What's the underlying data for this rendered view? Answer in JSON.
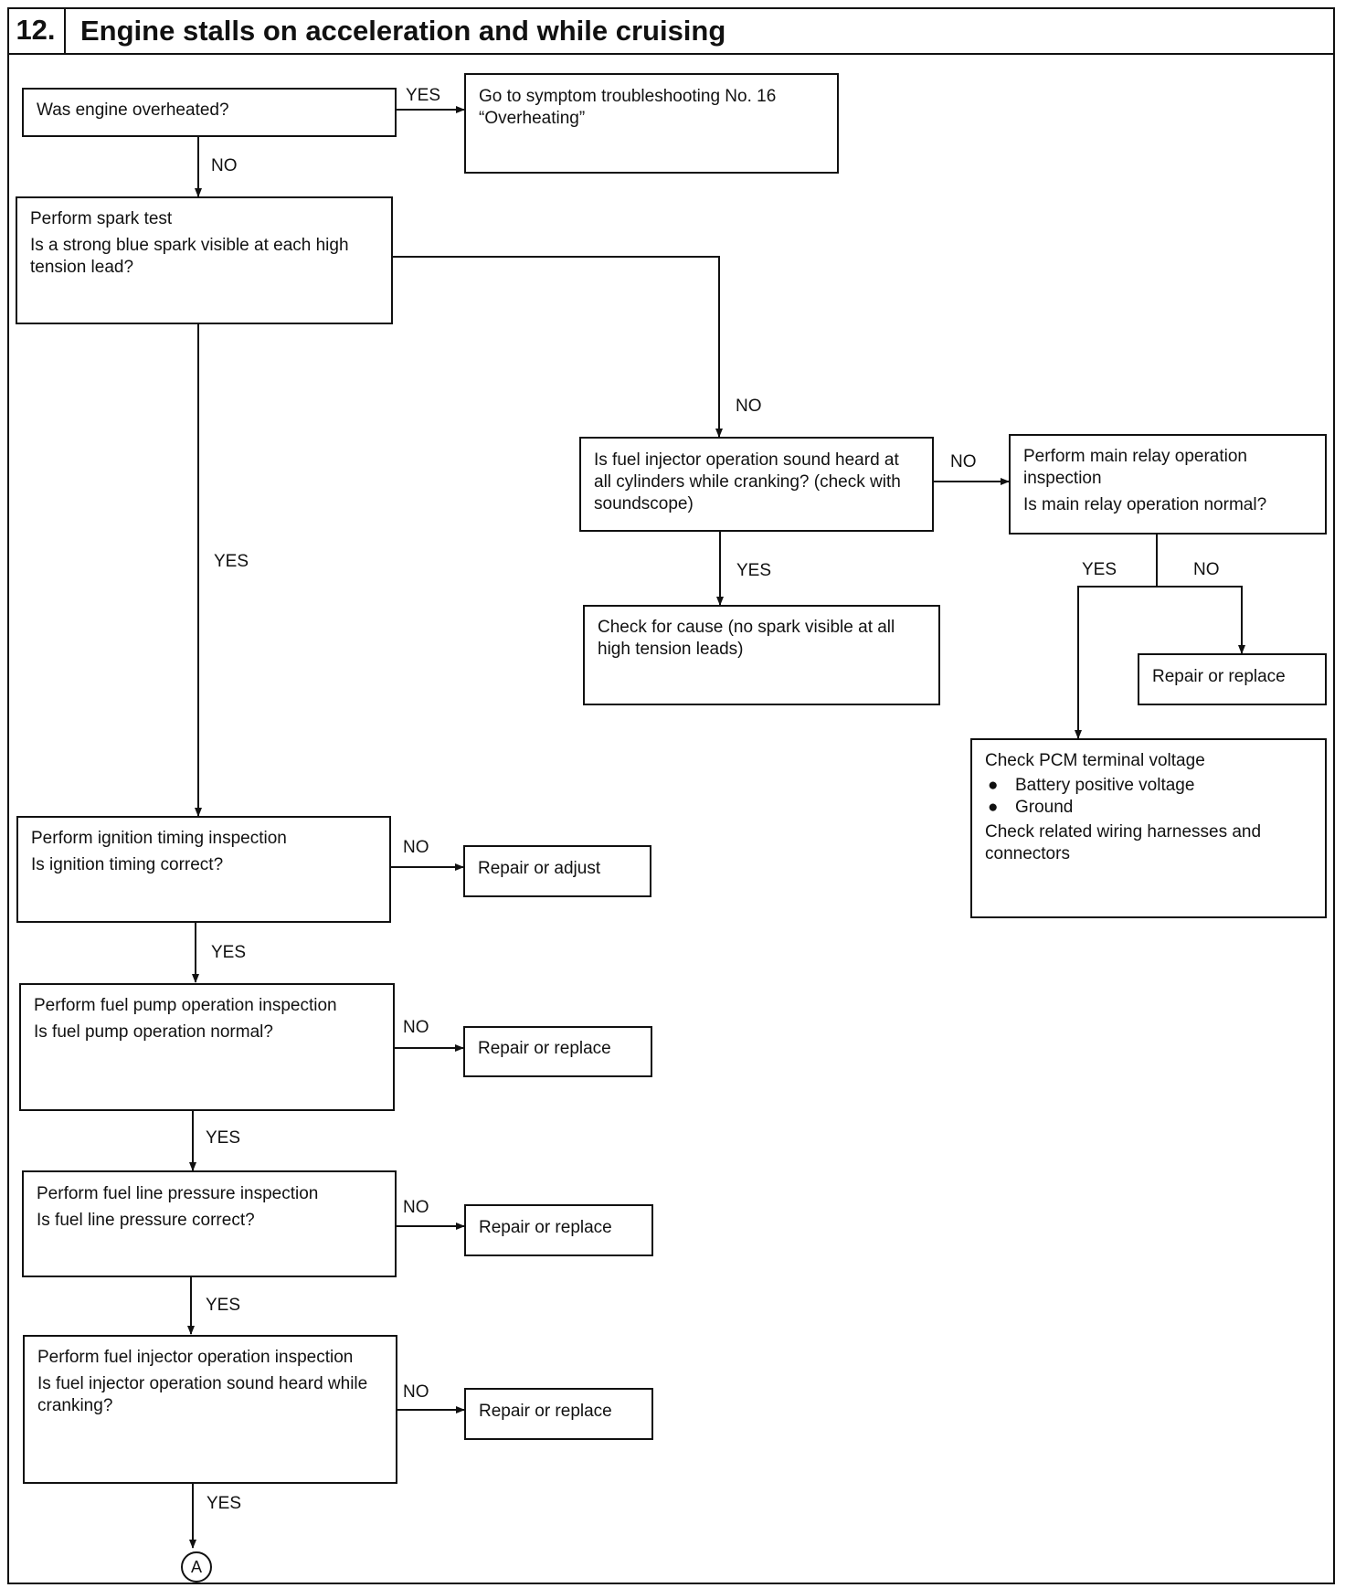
{
  "header": {
    "number": "12.",
    "title": "Engine stalls on acceleration and while cruising"
  },
  "steps": {
    "overheated": {
      "question": "Was engine overheated?"
    },
    "goto_overheat": {
      "text": "Go to symptom troubleshooting No. 16 “Overheating”"
    },
    "spark_test": {
      "action": "Perform spark test",
      "question": "Is a strong blue spark visible at each high tension lead?"
    },
    "injector_sound": {
      "question": "Is fuel injector operation sound heard at all cylinders while cranking?  (check with soundscope)"
    },
    "main_relay": {
      "action": "Perform main relay operation inspection",
      "question": "Is main relay operation normal?"
    },
    "check_cause": {
      "text": "Check for cause (no spark visible at all high tension leads)"
    },
    "relay_repair": {
      "text": "Repair or replace"
    },
    "pcm_check": {
      "title": "Check PCM terminal voltage",
      "items": [
        "Battery positive voltage",
        "Ground"
      ],
      "note": "Check related wiring harnesses and connectors"
    },
    "ignition_timing": {
      "action": "Perform ignition timing inspection",
      "question": "Is ignition timing correct?"
    },
    "ignition_repair": {
      "text": "Repair or adjust"
    },
    "fuel_pump": {
      "action": "Perform fuel pump operation inspection",
      "question": "Is fuel pump operation normal?"
    },
    "fuel_pump_repair": {
      "text": "Repair or replace"
    },
    "fuel_line": {
      "action": "Perform fuel line pressure inspection",
      "question": "Is fuel line pressure correct?"
    },
    "fuel_line_repair": {
      "text": "Repair or replace"
    },
    "injector_op": {
      "action": "Perform fuel injector operation inspection",
      "question": "Is fuel injector operation sound heard while cranking?"
    },
    "injector_repair": {
      "text": "Repair or replace"
    }
  },
  "labels": {
    "yes": "YES",
    "no": "NO"
  },
  "connector": {
    "label": "A"
  },
  "bullet": "●"
}
